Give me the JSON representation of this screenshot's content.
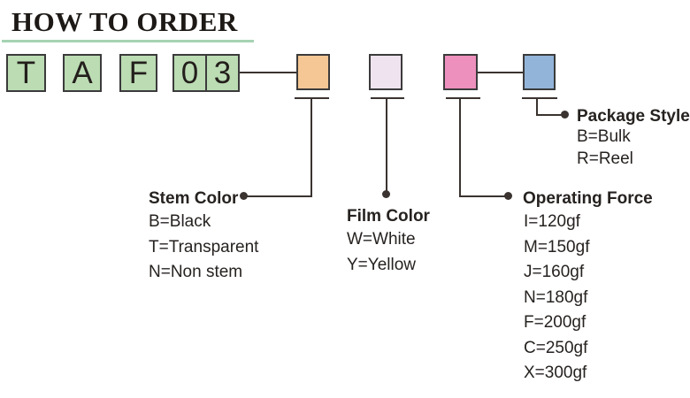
{
  "title": "HOW TO ORDER",
  "part_code": {
    "cells": [
      "T",
      "A",
      "F",
      "0",
      "3"
    ]
  },
  "palette": {
    "underline": "#a6d3b3",
    "line": "#3a3330",
    "code_box_fill": "#bcdcb4",
    "stem_swatch": "#f5c795",
    "film_swatch": "#efe3ef",
    "force_swatch": "#ee90be",
    "package_swatch": "#92b4d9"
  },
  "sections": {
    "stem_color": {
      "title": "Stem Color",
      "options": [
        "B=Black",
        "T=Transparent",
        "N=Non stem"
      ]
    },
    "film_color": {
      "title": "Film Color",
      "options": [
        "W=White",
        "Y=Yellow"
      ]
    },
    "operating_force": {
      "title": "Operating Force",
      "options": [
        "I=120gf",
        "M=150gf",
        "J=160gf",
        "N=180gf",
        "F=200gf",
        "C=250gf",
        "X=300gf"
      ]
    },
    "package_style": {
      "title": "Package Style",
      "options": [
        "B=Bulk",
        "R=Reel"
      ]
    }
  }
}
